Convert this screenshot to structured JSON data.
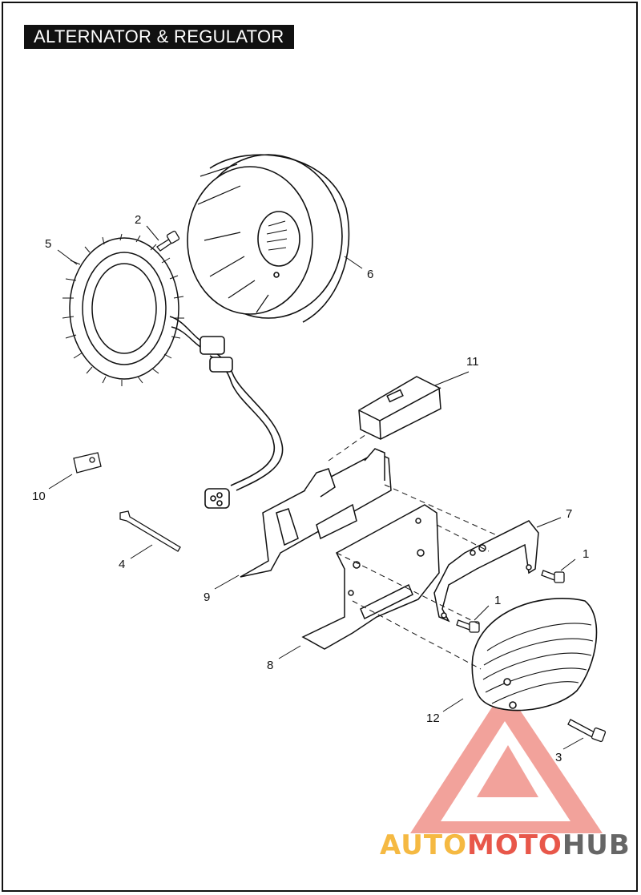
{
  "title": "ALTERNATOR & REGULATOR",
  "callouts": [
    {
      "id": "c1a",
      "label": "1"
    },
    {
      "id": "c1b",
      "label": "1"
    },
    {
      "id": "c2",
      "label": "2"
    },
    {
      "id": "c3",
      "label": "3"
    },
    {
      "id": "c4",
      "label": "4"
    },
    {
      "id": "c5",
      "label": "5"
    },
    {
      "id": "c6",
      "label": "6"
    },
    {
      "id": "c7",
      "label": "7"
    },
    {
      "id": "c8",
      "label": "8"
    },
    {
      "id": "c9",
      "label": "9"
    },
    {
      "id": "c10",
      "label": "10"
    },
    {
      "id": "c11",
      "label": "11"
    },
    {
      "id": "c12",
      "label": "12"
    }
  ],
  "watermark": {
    "part1": "AUTO",
    "part2": "MOTO",
    "part3": "HUB",
    "colors": {
      "auto": "#f5b942",
      "moto": "#e8574a",
      "hub": "#666666",
      "logo": "#e8574a"
    }
  }
}
